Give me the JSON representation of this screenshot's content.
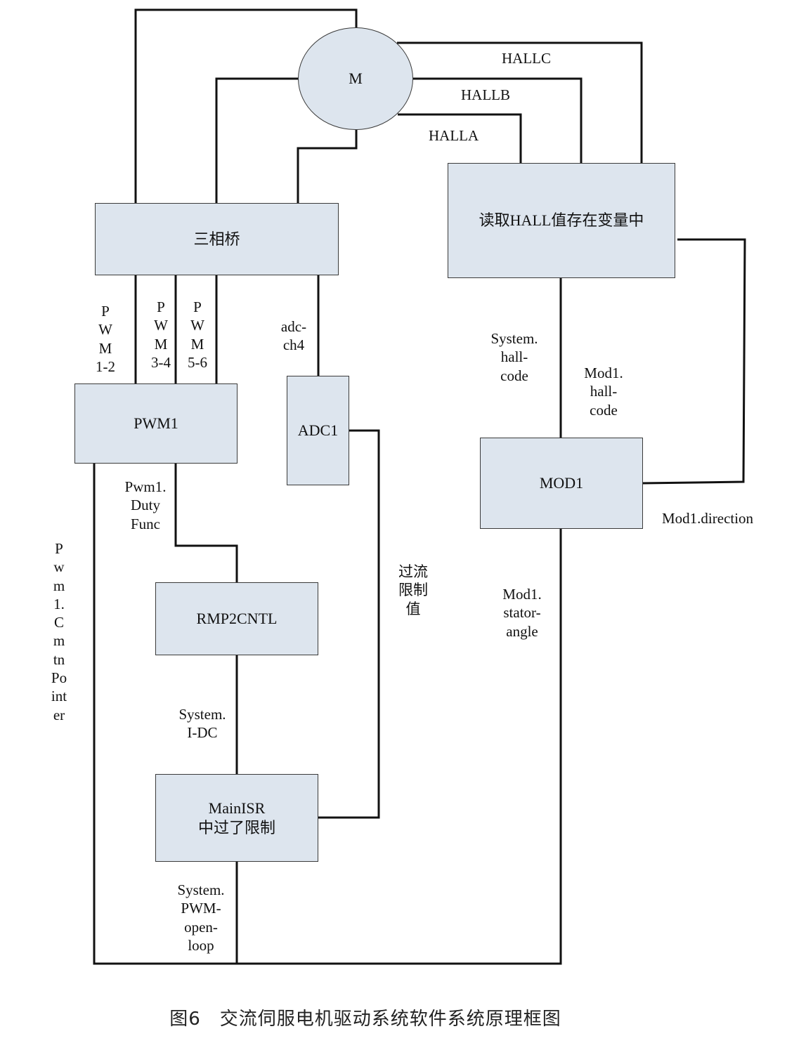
{
  "nodes": {
    "motor": "M",
    "bridge": "三相桥",
    "hall_read": "读取HALL值存在变量中",
    "pwm1": "PWM1",
    "adc1": "ADC1",
    "mod1": "MOD1",
    "rmp2cntl": "RMP2CNTL",
    "mainisr": [
      "MainISR",
      "中过了限制"
    ]
  },
  "labels": {
    "hallc": "HALLC",
    "hallb": "HALLB",
    "halla": "HALLA",
    "pwm12": [
      "P",
      "W",
      "M",
      "1-2"
    ],
    "pwm34": [
      "P",
      "W",
      "M",
      "3-4"
    ],
    "pwm56": [
      "P",
      "W",
      "M",
      "5-6"
    ],
    "adc_ch4": [
      "adc-",
      "ch4"
    ],
    "system_hall_code": [
      "System.",
      "hall-",
      "code"
    ],
    "mod1_hall_code": [
      "Mod1.",
      "hall-",
      "code"
    ],
    "pwm1_duty_func": [
      "Pwm1.",
      "Duty",
      "Func"
    ],
    "pwm1_cmtn_pointer": [
      "P",
      "w",
      "m",
      "1.",
      "C",
      "m",
      "tn",
      "Po",
      "int",
      "er"
    ],
    "overcurrent_limit": [
      "过流",
      "限制",
      "值"
    ],
    "mod1_direction": "Mod1.direction",
    "mod1_stator_angle": [
      "Mod1.",
      "stator-",
      "angle"
    ],
    "system_idc": [
      "System.",
      "I-DC"
    ],
    "system_pwm_open_loop": [
      "System.",
      "PWM-",
      "open-",
      "loop"
    ]
  },
  "caption": "图6　交流伺服电机驱动系统软件系统原理框图"
}
